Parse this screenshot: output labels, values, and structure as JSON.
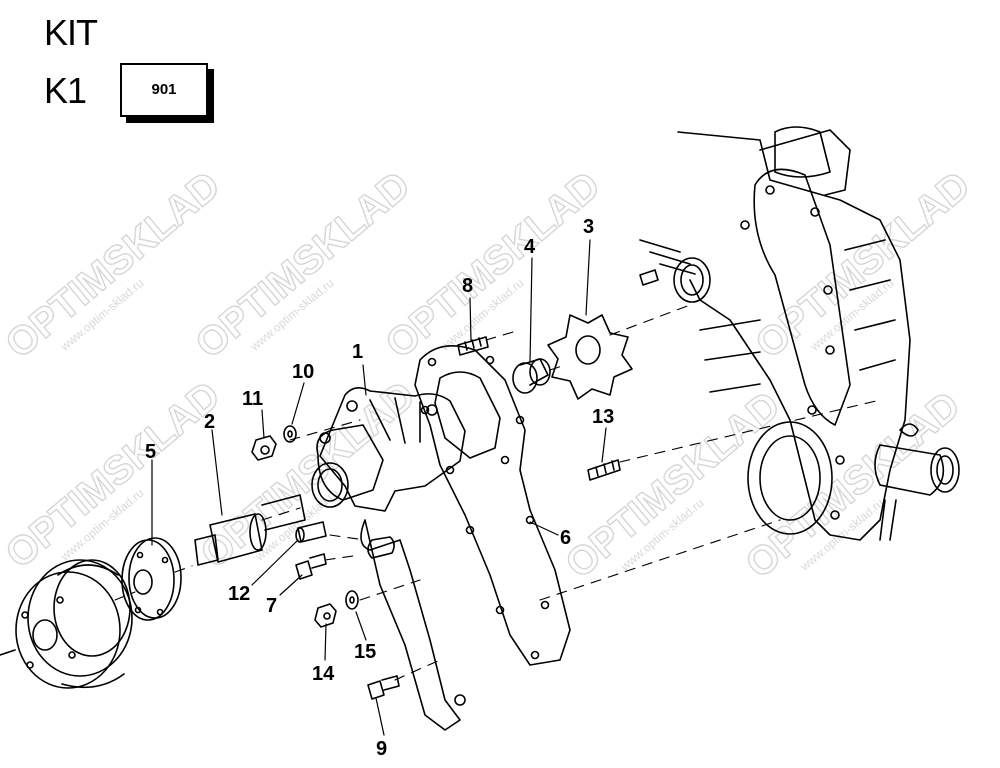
{
  "header": {
    "kit_label": "KIT",
    "kit_code_label": "K1",
    "kit_code": "901"
  },
  "watermark": {
    "brand": "OPTIMSKLAD",
    "site": "www.optim-sklad.ru"
  },
  "callouts": [
    {
      "id": "1",
      "label": "1"
    },
    {
      "id": "2",
      "label": "2"
    },
    {
      "id": "3",
      "label": "3"
    },
    {
      "id": "4",
      "label": "4"
    },
    {
      "id": "5",
      "label": "5"
    },
    {
      "id": "6",
      "label": "6"
    },
    {
      "id": "7",
      "label": "7"
    },
    {
      "id": "8",
      "label": "8"
    },
    {
      "id": "9",
      "label": "9"
    },
    {
      "id": "10",
      "label": "10"
    },
    {
      "id": "11",
      "label": "11"
    },
    {
      "id": "12",
      "label": "12"
    },
    {
      "id": "13",
      "label": "13"
    },
    {
      "id": "14",
      "label": "14"
    },
    {
      "id": "15",
      "label": "15"
    }
  ]
}
